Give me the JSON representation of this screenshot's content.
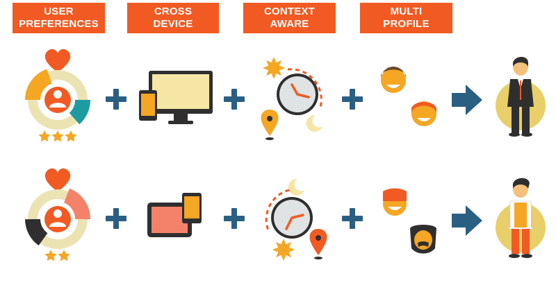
{
  "headers": [
    {
      "line1": "USER",
      "line2": "PREFERENCES"
    },
    {
      "line1": "CROSS",
      "line2": "DEVICE"
    },
    {
      "line1": "CONTEXT",
      "line2": "AWARE"
    },
    {
      "line1": "MULTI",
      "line2": "PROFILE"
    }
  ],
  "rows": [
    {
      "stars": 3,
      "persona": "businessman"
    },
    {
      "stars": 2,
      "persona": "casual-man"
    }
  ],
  "colors": {
    "header_bg": "#f15a22",
    "plus": "#2a5f82",
    "arrow": "#2a5f82",
    "persona_circle": "#e8cf6a",
    "star": "#f5a623"
  }
}
